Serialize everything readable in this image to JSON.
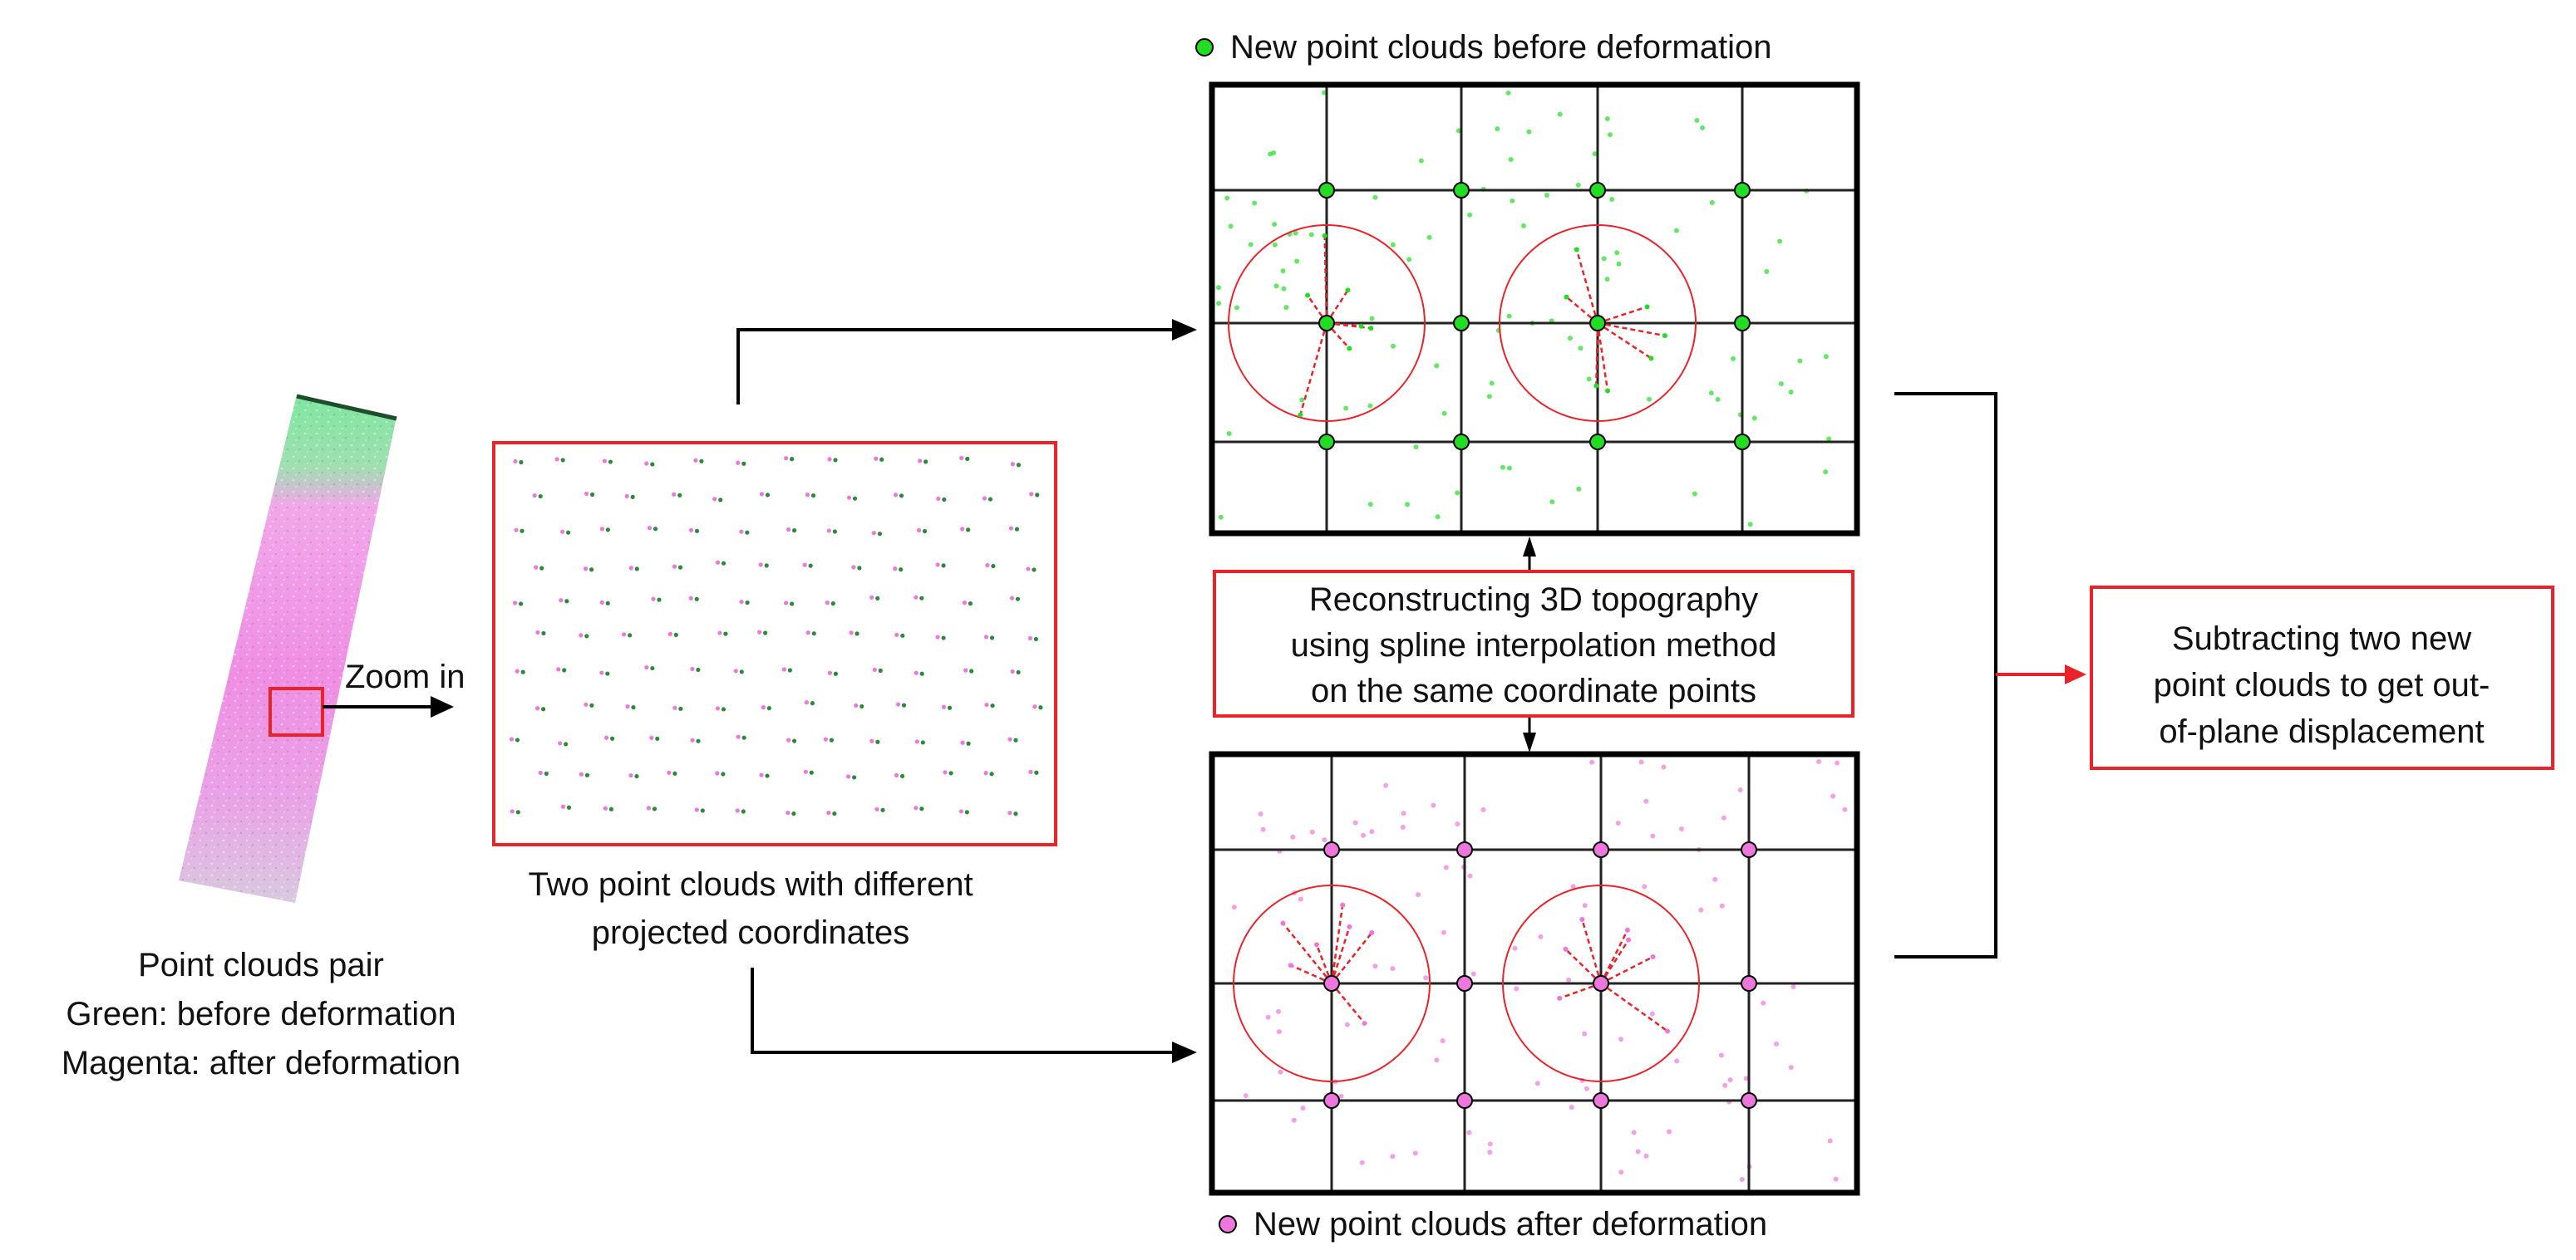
{
  "labels": {
    "zoom_in": "Zoom in",
    "strip_caption": [
      "Point clouds pair",
      "Green: before deformation",
      "Magenta: after deformation"
    ],
    "zoom_caption": [
      "Two point clouds with different",
      "projected coordinates"
    ],
    "top_legend": "New point clouds before deformation",
    "bottom_legend": "New point clouds after deformation",
    "middle_box": [
      "Reconstructing 3D topography",
      "using spline interpolation method",
      "on the same coordinate points"
    ],
    "result_box": [
      "Subtracting two new",
      "point clouds to get out-",
      "of-plane displacement"
    ]
  },
  "colors": {
    "highlight_red": "#e8232a",
    "green_point": "#22dd22",
    "magenta_point": "#ee77dd",
    "line": "#000000",
    "grid_line": "#222222"
  }
}
